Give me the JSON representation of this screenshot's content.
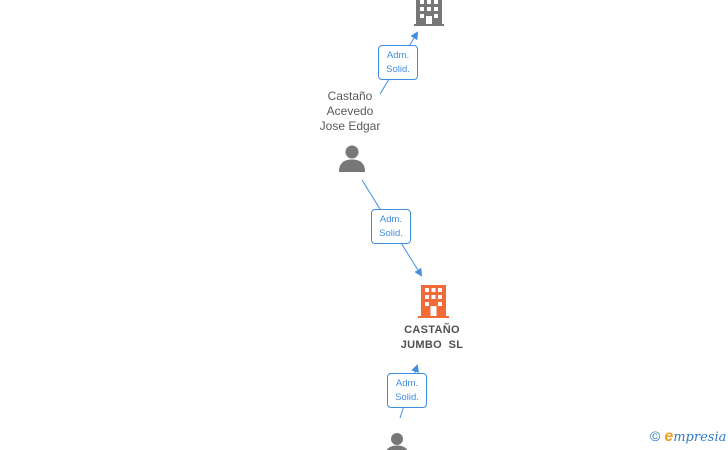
{
  "nodes": {
    "top_company": {
      "icon": "building-icon",
      "color": "#777777"
    },
    "person_top": {
      "icon": "person-icon",
      "color": "#777777",
      "name_lines": [
        "Castaño",
        "Acevedo",
        "Jose Edgar"
      ]
    },
    "main_company": {
      "icon": "building-icon",
      "color": "#f26a36",
      "name_lines": [
        "CASTAÑO",
        "JUMBO  SL"
      ]
    },
    "person_bottom": {
      "icon": "person-icon",
      "color": "#777777"
    }
  },
  "relations": [
    {
      "id": "rel_top",
      "role_lines": [
        "Adm.",
        "Solid."
      ]
    },
    {
      "id": "rel_middle",
      "role_lines": [
        "Adm.",
        "Solid."
      ]
    },
    {
      "id": "rel_bottom",
      "role_lines": [
        "Adm.",
        "Solid."
      ]
    }
  ],
  "colors": {
    "edge": "#3f8ee0",
    "brand_orange": "#f0a01e",
    "brand_blue": "#2c7bc8"
  },
  "brand": {
    "copyright": "©",
    "initial": "e",
    "rest": "mpresia"
  }
}
